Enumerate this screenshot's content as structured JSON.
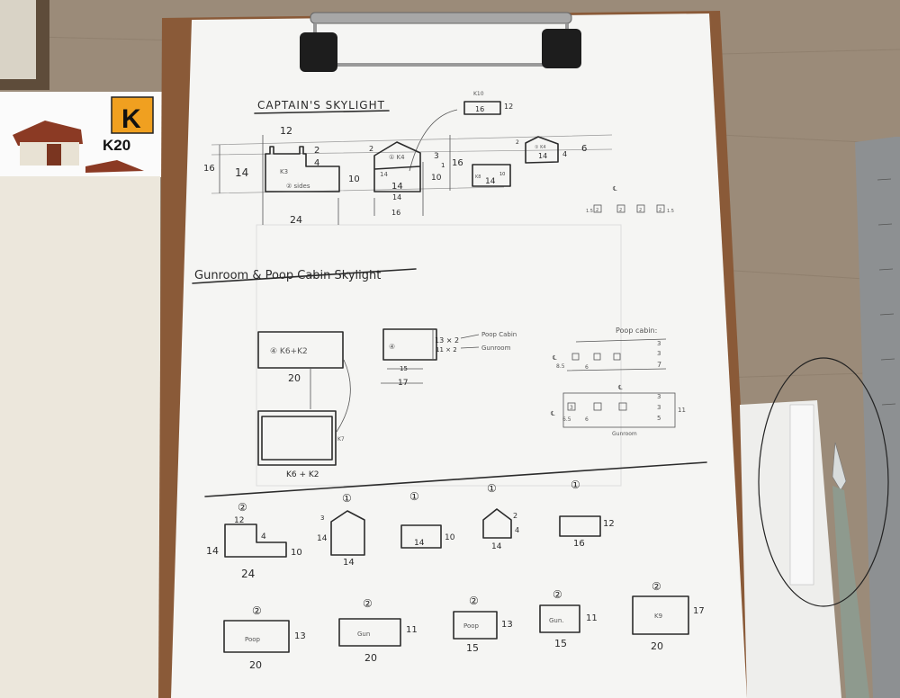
{
  "colors": {
    "wood": "#9b8b79",
    "clipboard": "#8a5a38",
    "paper": "#f5f5f3",
    "ink": "#2b2b2b",
    "label_orange": "#f0a020",
    "ruler": "#8d9092"
  },
  "kit_card": {
    "letter": "K",
    "part": "K20"
  },
  "captain": {
    "title": "CAPTAIN'S SKYLIGHT",
    "k10": "K10",
    "k10_w": "16",
    "k10_h": "12",
    "side": {
      "top": "12",
      "h_total": "16",
      "inner": "14",
      "post": "2",
      "step": "4",
      "right": "10",
      "part": "K3",
      "note": "② sides",
      "width": "24"
    },
    "front": {
      "roof": "2",
      "part": "① K4",
      "inner": "14",
      "w_inner": "14",
      "w1": "14",
      "w2": "16",
      "r1": "3",
      "r2": "1",
      "r3": "10",
      "h": "16"
    },
    "k8": {
      "part": "K8",
      "w": "14",
      "h": "10"
    },
    "small": {
      "roof": "2",
      "part": "① K4",
      "w": "14",
      "h": "4",
      "total": "6"
    },
    "grid": {
      "left": "1.5",
      "b1": "2",
      "b2": "2",
      "b3": "2",
      "b4": "2",
      "right": "1.5",
      "cl": "℄"
    }
  },
  "gunroom": {
    "title": "Gunroom & Poop Cabin Skylight",
    "top": {
      "part": "④ K6+K2",
      "w": "20"
    },
    "end": {
      "part": "④",
      "inner": "15",
      "outer": "17",
      "h1": "13 × 2",
      "h2": "11 × 2",
      "lbl1": "Poop Cabin",
      "lbl2": "Gunroom"
    },
    "base": {
      "part": "K7",
      "label": "K6 + K2"
    },
    "poop_plan": {
      "title": "Poop cabin:",
      "off": "8.5",
      "sp": "6",
      "a": "3",
      "b": "3",
      "c": "7",
      "cl": "℄"
    },
    "gun_plan": {
      "title": "Gunroom",
      "off": "6.5",
      "sp": "6",
      "a": "3",
      "b": "3",
      "c": "5",
      "h": "11",
      "bx": "3",
      "cl": "℄"
    }
  },
  "bottom": {
    "row1": [
      {
        "qty": "②",
        "top": "12",
        "left": "14",
        "step": "4",
        "right": "10",
        "w": "24"
      },
      {
        "qty": "①",
        "left": "14",
        "roof": "3",
        "w": "14"
      },
      {
        "qty": "①",
        "inner": "14",
        "right": "10"
      },
      {
        "qty": "①",
        "roof": "2",
        "right": "4",
        "w": "14"
      },
      {
        "qty": "①",
        "right": "12",
        "w": "16"
      }
    ],
    "row2": [
      {
        "qty": "②",
        "label": "Poop",
        "right": "13",
        "w": "20"
      },
      {
        "qty": "②",
        "label": "Gun",
        "right": "11",
        "w": "20"
      },
      {
        "qty": "②",
        "label": "Poop",
        "right": "13",
        "w": "15"
      },
      {
        "qty": "②",
        "label": "Gun.",
        "right": "11",
        "w": "15"
      },
      {
        "qty": "②",
        "label": "K9",
        "right": "17",
        "w": "20"
      }
    ]
  }
}
